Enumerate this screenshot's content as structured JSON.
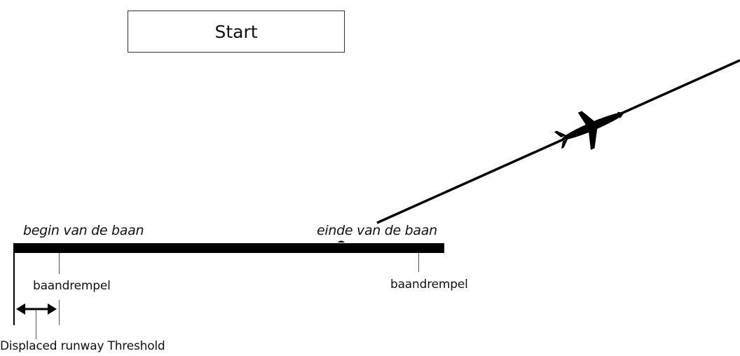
{
  "start_button": {
    "label": "Start"
  },
  "runway": {
    "begin_label": "begin van de baan",
    "end_label": "einde van de baan",
    "threshold_left_label": "baandrempel",
    "threshold_right_label": "baandrempel"
  },
  "displaced_threshold": {
    "label": "Displaced runway Threshold"
  },
  "icons": {
    "aircraft": "airplane-icon",
    "measurement": "double-arrow-icon"
  },
  "colors": {
    "runway": "#000000",
    "text": "#111111",
    "background": "#ffffff"
  }
}
